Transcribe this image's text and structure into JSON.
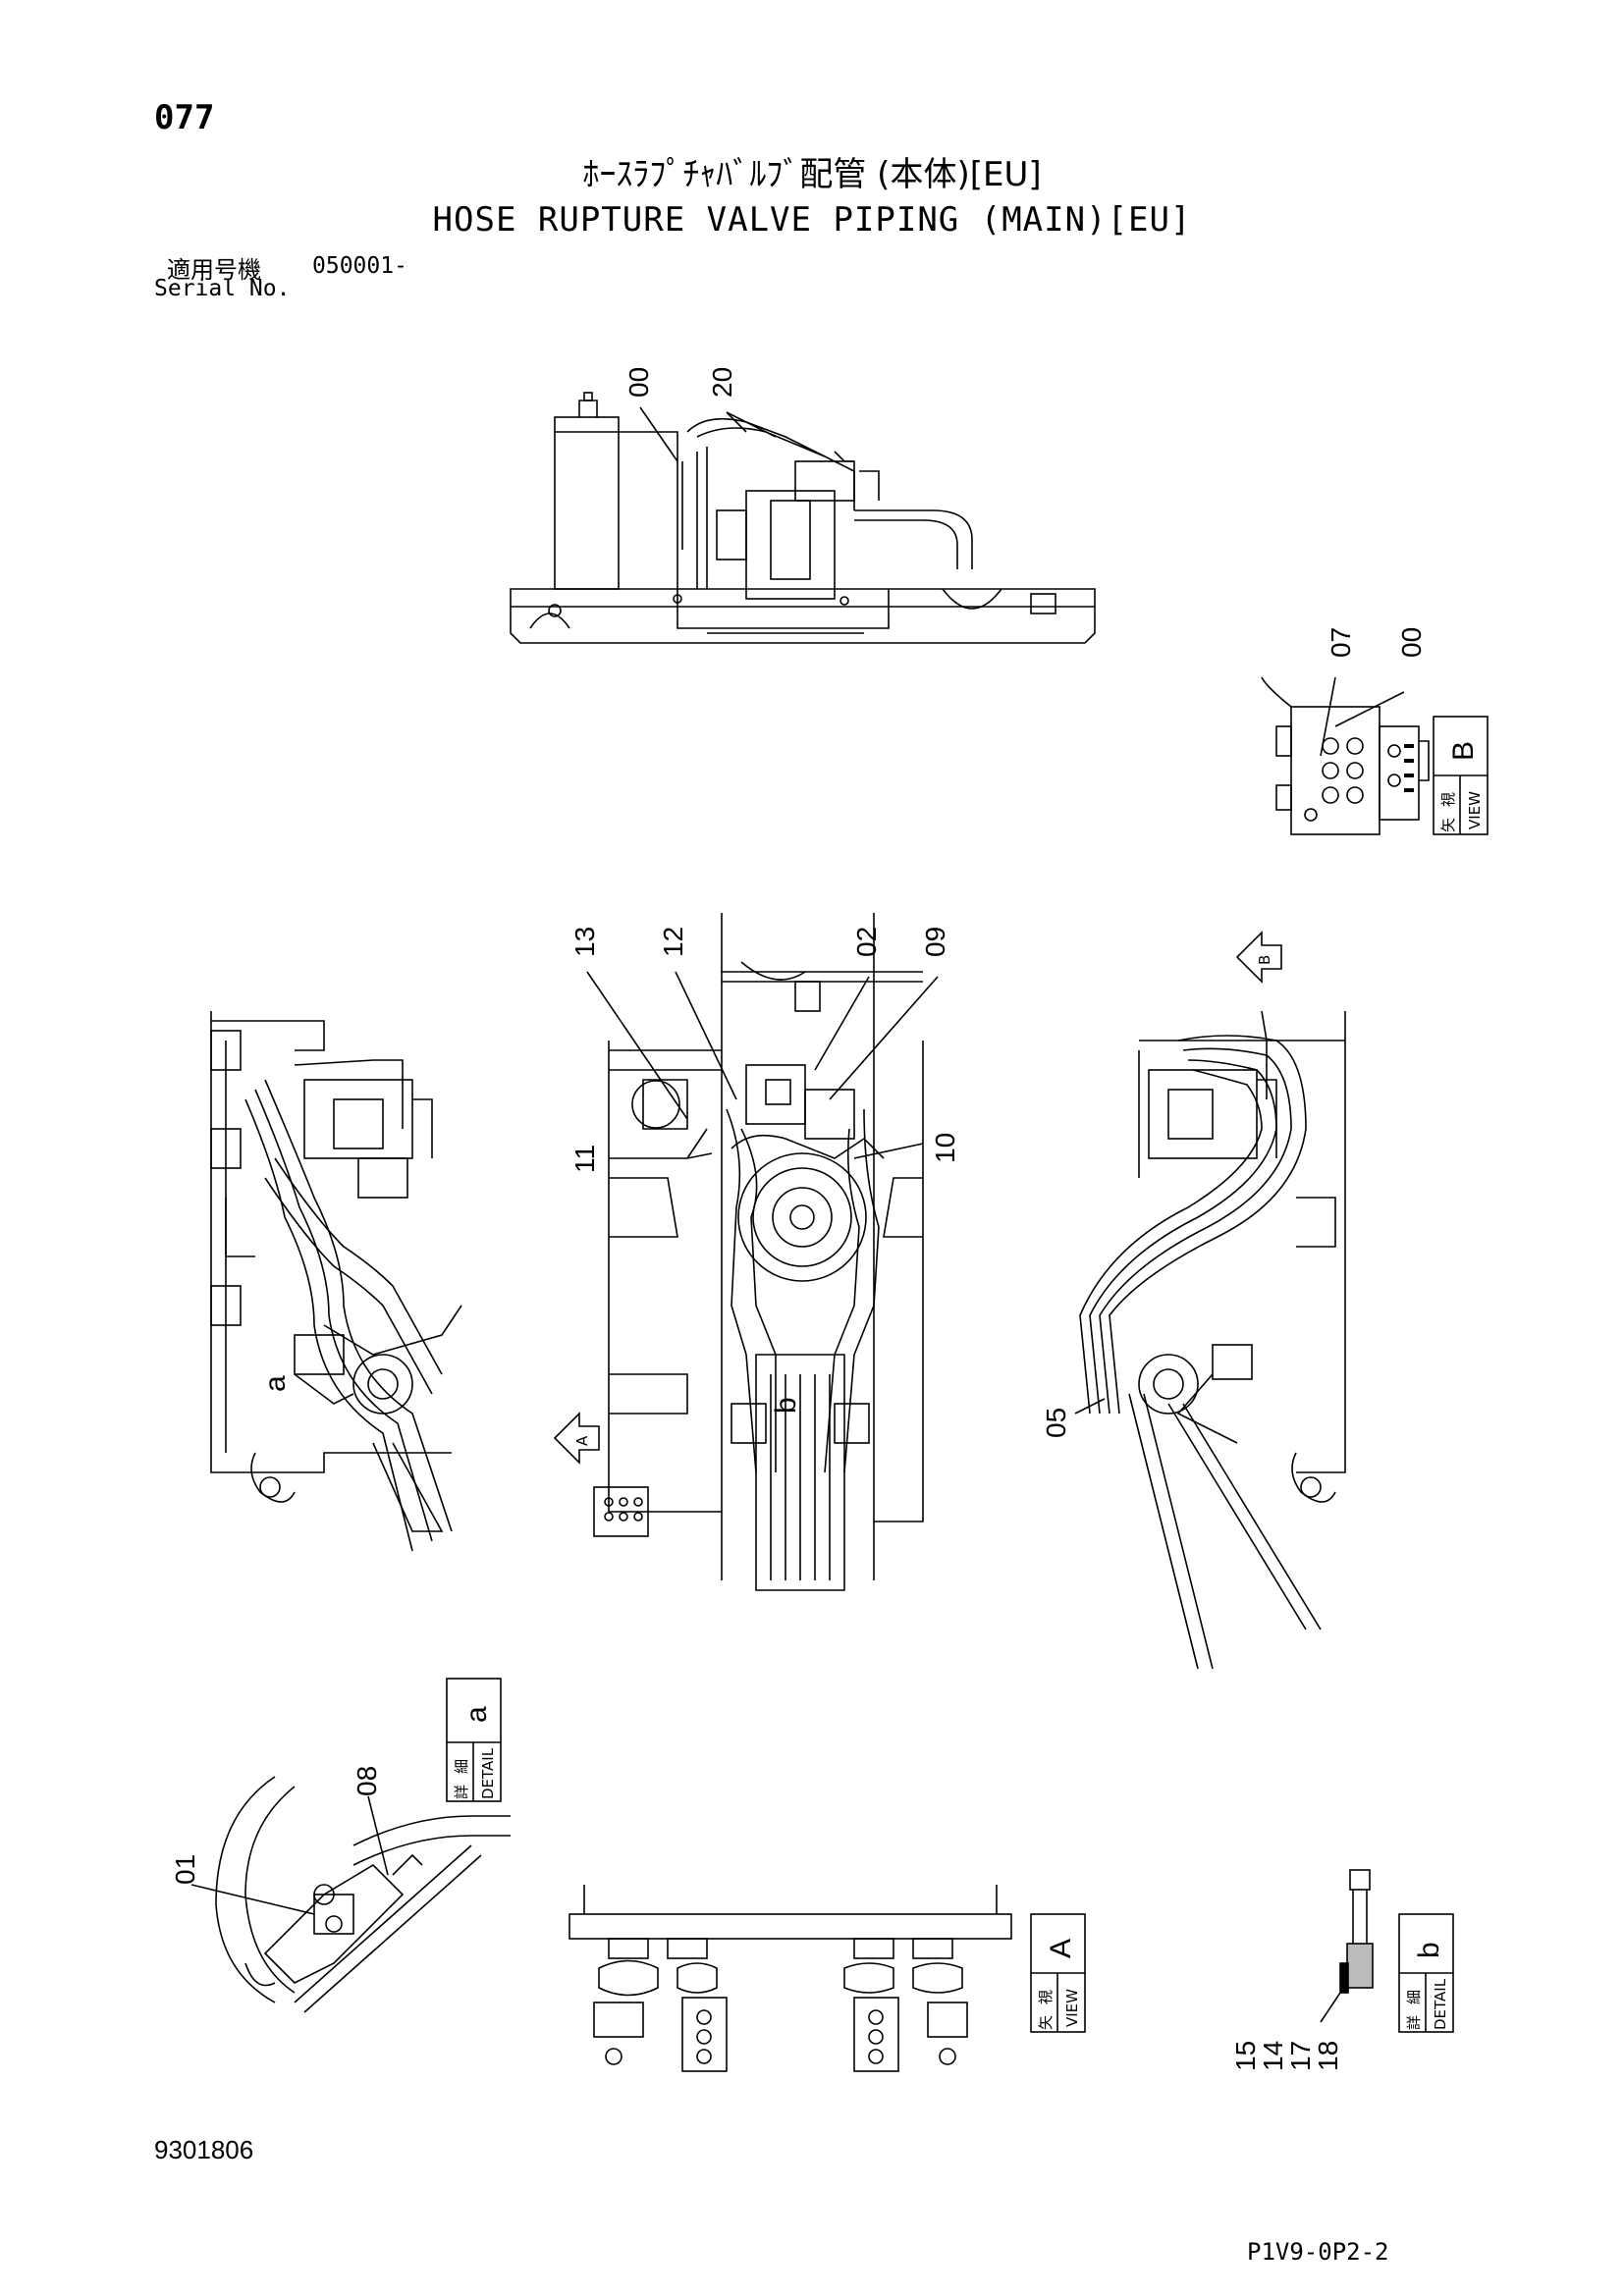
{
  "page_number": "077",
  "title_jp": "ﾎｰｽﾗﾌﾟﾁｬﾊﾞﾙﾌﾞ配管 (本体)[EU]",
  "title_en": "HOSE RUPTURE VALVE PIPING (MAIN)[EU]",
  "serial": {
    "label_jp": "適用号機",
    "value": "050001-",
    "label_en": "Serial No."
  },
  "callouts": {
    "c00_top": "00",
    "c20": "20",
    "c07": "07",
    "c00_right": "00",
    "c13": "13",
    "c12": "12",
    "c02": "02",
    "c09": "09",
    "c11": "11",
    "c10": "10",
    "c05": "05",
    "c08": "08",
    "c01": "01",
    "c15": "15",
    "c14": "14",
    "c17": "17",
    "c18": "18"
  },
  "view_labels": {
    "view_b": {
      "jp1": "矢",
      "jp2": "視",
      "en": "VIEW",
      "letter": "B"
    },
    "view_a": {
      "jp1": "矢",
      "jp2": "視",
      "en": "VIEW",
      "letter": "A"
    },
    "detail_a": {
      "jp1": "詳",
      "jp2": "細",
      "en": "DETAIL",
      "letter": "a"
    },
    "detail_b": {
      "jp1": "詳",
      "jp2": "細",
      "en": "DETAIL",
      "letter": "b"
    }
  },
  "markers": {
    "arrow_a": "A",
    "arrow_b": "B",
    "marker_a_left": "a",
    "marker_b_center": "b"
  },
  "document_number": "9301806",
  "page_ref": "P1V9-0P2-2"
}
